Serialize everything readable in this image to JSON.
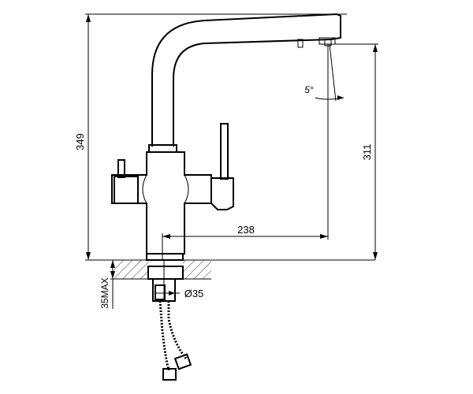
{
  "dimensions": {
    "total_height": "349",
    "spout_height": "311",
    "spout_reach": "238",
    "spout_angle": "5°",
    "mount_diameter": "Ø35",
    "max_counter_thickness": "35MAX"
  }
}
